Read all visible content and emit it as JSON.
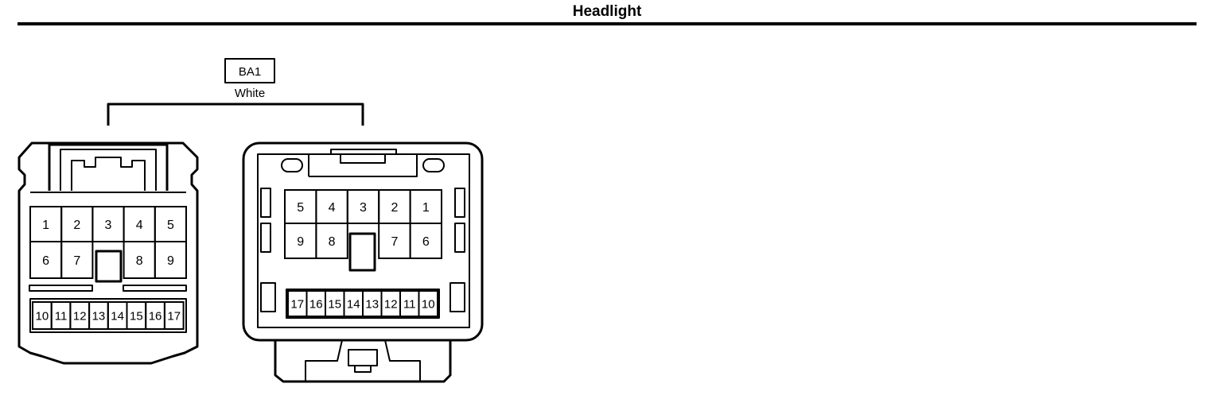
{
  "header": {
    "title": "Headlight"
  },
  "connector": {
    "code": "BA1",
    "color_label": "White"
  },
  "left_view": {
    "row1": [
      "1",
      "2",
      "3",
      "4",
      "5"
    ],
    "row2": [
      "6",
      "7",
      "8",
      "9"
    ],
    "row3": [
      "10",
      "11",
      "12",
      "13",
      "14",
      "15",
      "16",
      "17"
    ]
  },
  "right_view": {
    "row1": [
      "5",
      "4",
      "3",
      "2",
      "1"
    ],
    "row2": [
      "9",
      "8",
      "7",
      "6"
    ],
    "row3": [
      "17",
      "16",
      "15",
      "14",
      "13",
      "12",
      "11",
      "10"
    ]
  }
}
